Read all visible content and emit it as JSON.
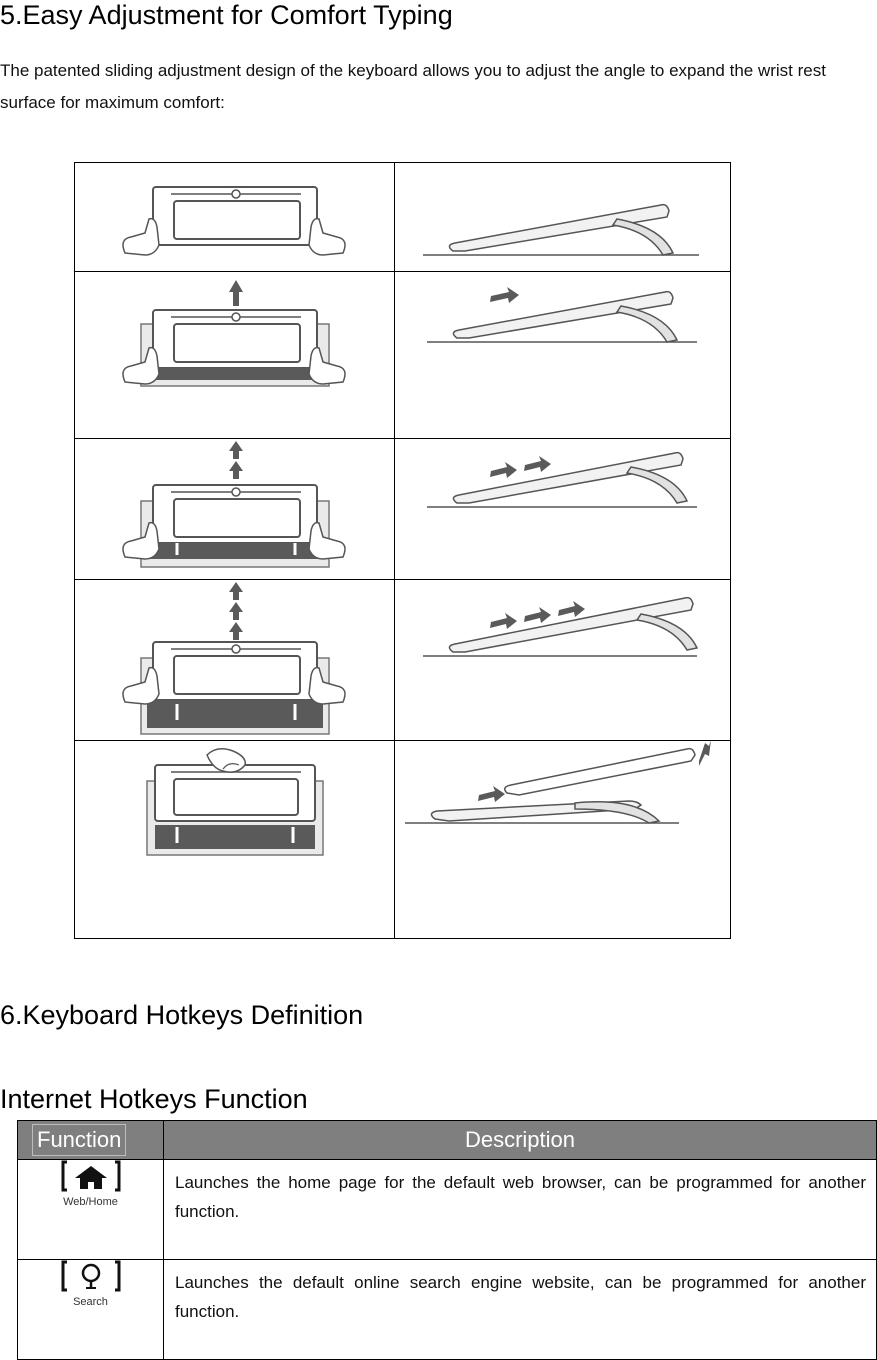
{
  "section5": {
    "title": "5.Easy Adjustment for Comfort Typing",
    "paragraph": "The patented sliding adjustment design of the keyboard allows you to adjust the angle to expand the wrist rest surface for maximum comfort:"
  },
  "section6": {
    "title": "6.Keyboard Hotkeys Definition"
  },
  "internet": {
    "title": "Internet Hotkeys Function",
    "header_function": "Function",
    "header_description": "Description",
    "rows": [
      {
        "icon": "home-icon",
        "label": "Web/Home",
        "description": "Launches the home page for the default web browser, can be programmed for another function."
      },
      {
        "icon": "search-bulb-icon",
        "label": "Search",
        "description": "Launches the default online search engine website, can be programmed for another function."
      }
    ]
  },
  "colors": {
    "accent_dark": "#5a5a5a",
    "header_gray": "#7f7f7f"
  }
}
